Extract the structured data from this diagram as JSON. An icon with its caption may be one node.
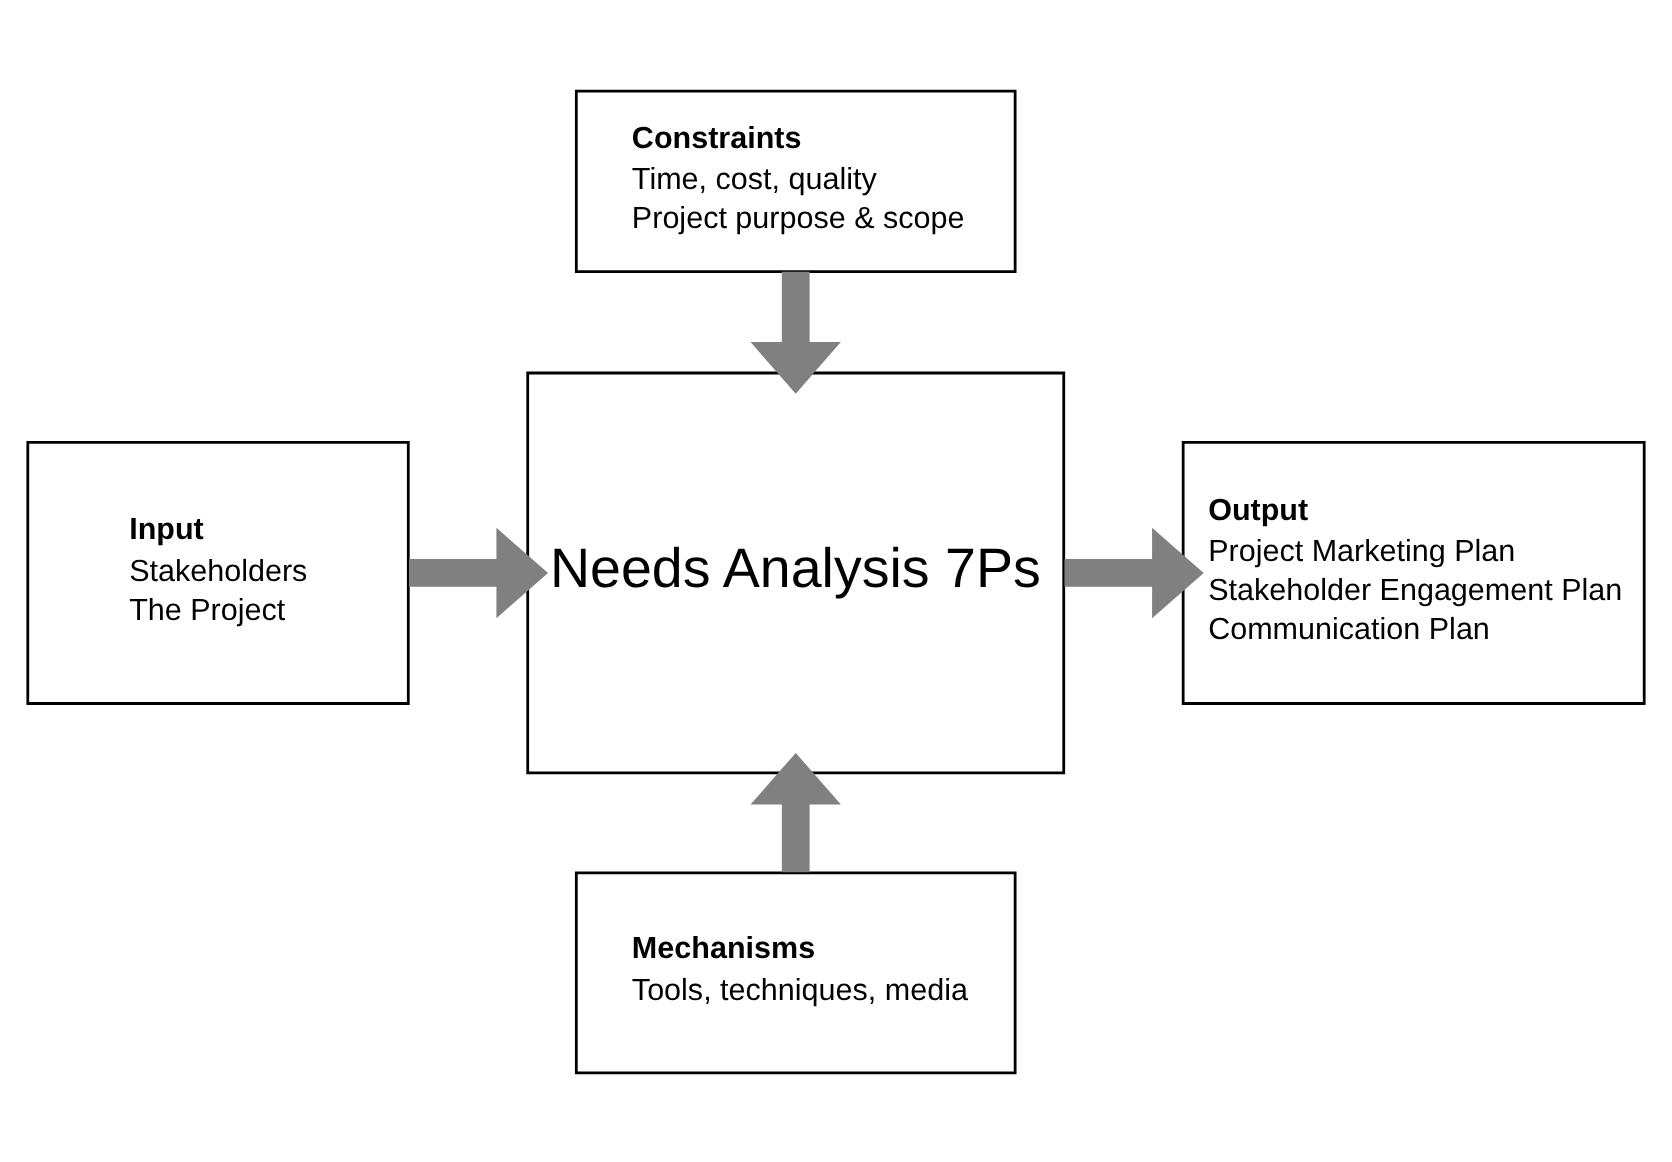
{
  "diagram": {
    "nodes": [
      {
        "text": [
          "Constraints",
          "Time, cost, quality",
          "Project purpose & scope"
        ]
      },
      {
        "text": [
          "Input",
          "Stakeholders",
          "The Project"
        ]
      },
      {
        "text": [
          "Needs Analysis 7Ps"
        ]
      },
      {
        "text": [
          "Output",
          "Project Marketing Plan",
          "Stakeholder Engagement Plan",
          "Communication Plan"
        ]
      },
      {
        "text": [
          "Mechanisms",
          "Tools, techniques, media"
        ]
      }
    ],
    "edges": [
      {
        "from": 1,
        "to": 2,
        "arrow": "to"
      },
      {
        "from": 2,
        "to": 3,
        "arrow": "to"
      },
      {
        "from": 0,
        "to": 2,
        "arrow": "to"
      },
      {
        "from": 4,
        "to": 2,
        "arrow": "to"
      }
    ]
  }
}
